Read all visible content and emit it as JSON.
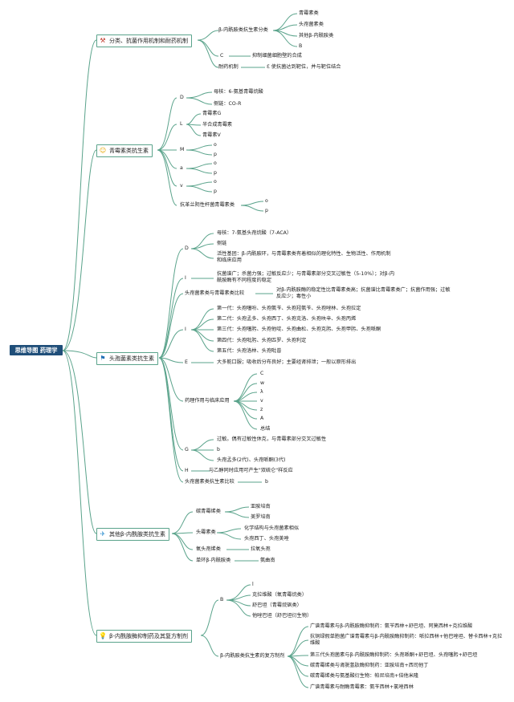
{
  "root": "思维导图 药理学",
  "branches": {
    "b1": {
      "title": "分类、抗菌作用机制和耐药机制",
      "icon": "tools-icon",
      "l2_beta_class": "β-内酰胺类抗生素分类",
      "l3_qingmei": "青霉素类",
      "l3_toubao": "头孢菌素类",
      "l3_other": "其他β-内酰胺类",
      "l3_b": "B",
      "l2_c": "C",
      "c_text": "抑制细菌细胞壁的合成",
      "l2_naiyao": "耐药机制",
      "naiyao_text": "Ɛ 使抗菌达到靶位，并与靶位结合"
    },
    "b2": {
      "title": "青霉素类抗生素",
      "icon": "smiley-icon",
      "d": "D",
      "d1": "母核：6-氨基青霉烷酸",
      "d2": "侧链：CO-R",
      "l": "L",
      "l1": "青霉素G",
      "l2": "半合成青霉素",
      "l3": "青霉素V",
      "m": "M",
      "m1": "o",
      "m2": "p",
      "a": "a",
      "a1": "o",
      "a2": "p",
      "v": "v",
      "v1": "o",
      "v2": "p",
      "kg": "抗革兰阴性杆菌青霉素类",
      "kg1": "o",
      "kg2": "p"
    },
    "b3": {
      "title": "头孢菌素类抗生素",
      "icon": "flag-icon",
      "d": "D",
      "d1": "母核：7-氨基头孢烷酸（7-ACA）",
      "d2": "侧链",
      "d3": "活性基团：β-内酰胺环，与青霉素类有着相似的理化特性、生物活性、作用机制和临床应用",
      "i1": "I",
      "i1_text": "抗菌谱广；杀菌力强；过敏反应少；与青霉素部分交叉过敏性（5-10%）；对β-内酰胺酶有不同程度的稳定",
      "cmp": "头孢菌素类与青霉素类比较",
      "cmp_text": "对β-内酰胺酶的稳定性比青霉素类高；抗菌谱比青霉素类广；抗菌作用强；过敏反应少；毒性小",
      "i2": "I",
      "g1": "第一代：头孢噻吩、头孢氨苄、头孢羟氨苄、头孢唑林、头孢拉定",
      "g2": "第二代：头孢孟多、头孢西丁、头孢克洛、头孢呋辛、头孢丙烯",
      "g3": "第三代：头孢噻肟、头孢他啶、头孢曲松、头孢克肟、头孢甲肟、头孢哌酮",
      "g4": "第四代：头孢吡肟、头孢匹罗、头孢利定",
      "g5": "第五代：头孢洛林、头孢吡普",
      "e": "E",
      "e_text": "大多能口服；吸收后分布良好；主要经肾排泄；一般以原形排出",
      "pharm": "药理作用与临床应用",
      "p1": "C",
      "p2": "w",
      "p3": "λ",
      "p4": "v",
      "p5": "z",
      "p6": "A",
      "p7": "总结",
      "gg": "G",
      "gg1": "过敏。偶有过敏性休克，与青霉素部分交叉过敏性",
      "gg2": "b",
      "gg3": "头孢孟多(2代)、头孢哌酮(3代)",
      "h": "H",
      "h_text": "与乙醇同时应用可产生\"双硫仑\"样反应",
      "cmp2": "头孢菌素类抗生素比较",
      "cmp2_val": "b"
    },
    "b4": {
      "title": "其他β-内酰胺类抗生素",
      "icon": "paper-plane-icon",
      "tq": "碳青霉烯类",
      "tq1": "亚胺培南",
      "tq2": "美罗培南",
      "tm": "头霉素类",
      "tm1": "化学结构与头孢菌素相似",
      "tm2": "头孢西丁、头孢美唑",
      "ox": "氧头孢烯类",
      "ox1": "拉氧头孢",
      "mono": "单环β-内酰胺类",
      "mono1": "氨曲南"
    },
    "b5": {
      "title": "β-内酰胺酶抑制药及其复方制剂",
      "icon": "bulb-icon",
      "b": "B",
      "b1": "l",
      "b2": "克拉维酸（氧青霉烷类）",
      "b3": "舒巴坦（青霉烷砜类）",
      "b4": "他唑巴坦（舒巴坦衍生物）",
      "fang": "β-内酰胺类抗生素的复方制剂",
      "f1": "广谱青霉素与β-内酰胺酶抑制药：氨苄西林+舒巴坦、阿莫西林+克拉维酸",
      "f2": "抗铜绿假单胞菌广谱青霉素与β-内酰胺酶抑制药：哌拉西林+他巴唑坦、替卡西林+克拉维酸",
      "f3": "第三代头孢菌素与β-内酰胺酶抑制药：头孢哌酮+舒巴坦、头孢噻肟+舒巴坦",
      "f4": "碳青霉烯类与肾脱氢肽酶抑制药：亚胺培南+西司他丁",
      "f5": "碳青霉烯类与氨基酸衍生物：帕尼培南+倍他米隆",
      "f6": "广谱青霉素与耐酶青霉素：氨苄西林+氯唑西林"
    }
  },
  "colors": {
    "line": "#5aa38b",
    "root_bg": "#1f4e79"
  }
}
